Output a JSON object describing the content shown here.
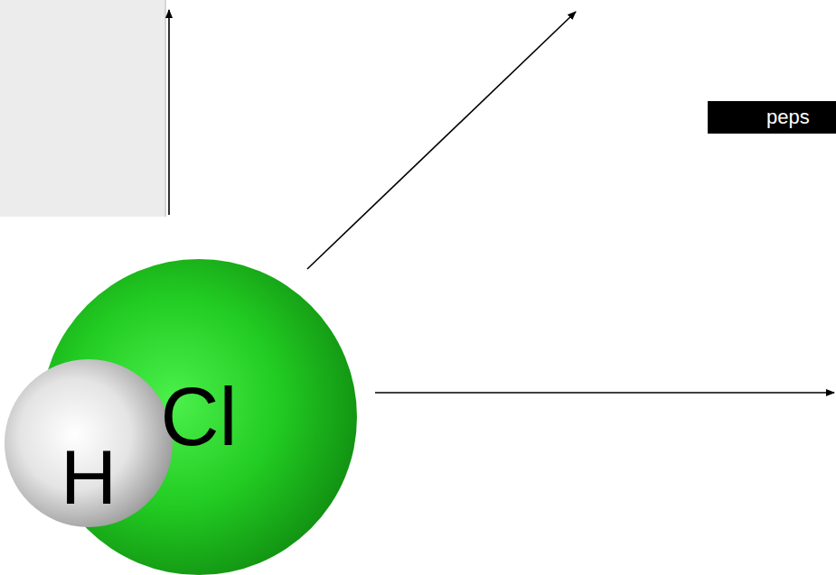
{
  "diagram": {
    "nodes": [
      {
        "text": [
          "peps"
        ]
      },
      {
        "text": [
          "H"
        ]
      },
      {
        "text": [
          "Cl"
        ]
      }
    ]
  }
}
